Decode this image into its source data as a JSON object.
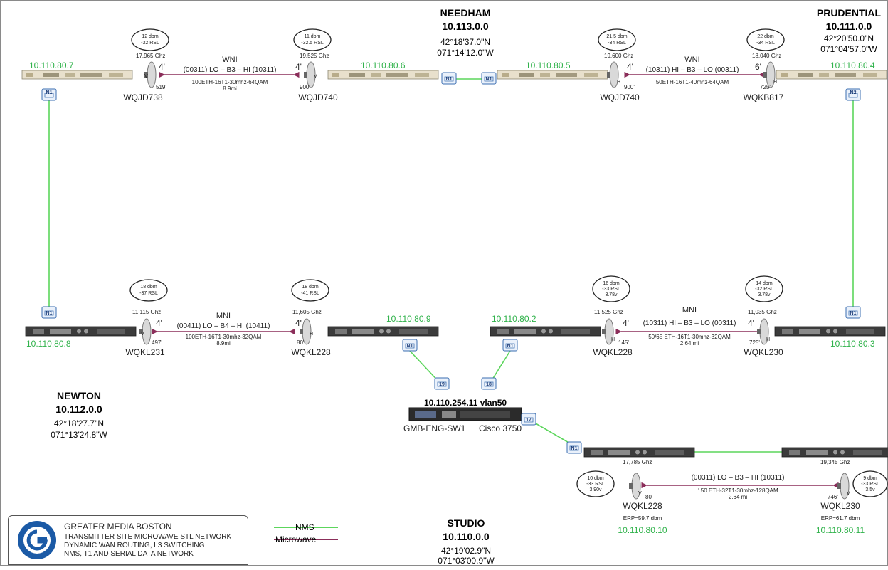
{
  "sites": {
    "needham": {
      "name": "NEEDHAM",
      "net": "10.113.0.0",
      "lat": "42°18'37.0\"N",
      "lon": "071°14'12.0\"W"
    },
    "prudential": {
      "name": "PRUDENTIAL",
      "net": "10.111.0.0",
      "lat": "42°20'50.0\"N",
      "lon": "071°04'57.0\"W"
    },
    "newton": {
      "name": "NEWTON",
      "net": "10.112.0.0",
      "lat": "42°18'27.7\"N",
      "lon": "071°13'24.8\"W"
    },
    "studio": {
      "name": "STUDIO",
      "net": "10.110.0.0",
      "lat": "42°19'02.9\"N",
      "lon": "071°03'00.9\"W"
    }
  },
  "ips": {
    "r7": "10.110.80.7",
    "r6": "10.110.80.6",
    "r5": "10.110.80.5",
    "r4": "10.110.80.4",
    "r8": "10.110.80.8",
    "r9": "10.110.80.9",
    "r2": "10.110.80.2",
    "r3": "10.110.80.3",
    "r10": "10.110.80.10",
    "r11": "10.110.80.11"
  },
  "switch": {
    "title": "10.110.254.11 vlan50",
    "name": "GMB-ENG-SW1",
    "model": "Cisco 3750",
    "port_19": "19",
    "port_18": "18",
    "port_17": "17"
  },
  "ports": {
    "n1": "N1",
    "n2": "N2"
  },
  "antennas": {
    "a1": {
      "call": "WQJD738",
      "size": "4'",
      "height": "519'",
      "freq": "17.965 Ghz",
      "cloud1": "12 dbm",
      "cloud2": "-32 RSL",
      "pol": "V"
    },
    "a2": {
      "call": "WQJD740",
      "size": "4'",
      "height": "900'",
      "freq": "19,525 Ghz",
      "cloud1": "11 dbm",
      "cloud2": "-32.5 RSL",
      "pol": "V"
    },
    "a3": {
      "call": "WQJD740",
      "size": "4'",
      "height": "900'",
      "freq": "19,600 Ghz",
      "cloud1": "21.5 dbm",
      "cloud2": "-34 RSL",
      "pol": "H"
    },
    "a4": {
      "call": "WQKB817",
      "size": "6'",
      "height": "725'",
      "freq": "18,040 Ghz",
      "cloud1": "22 dbm",
      "cloud2": "-34 RSL",
      "pol": "H"
    },
    "a5": {
      "call": "WQKL231",
      "size": "4'",
      "height": "497'",
      "freq": "11,115 Ghz",
      "cloud1": "18 dbm",
      "cloud2": "-37 RSL",
      "pol": "V"
    },
    "a6": {
      "call": "WQKL228",
      "size": "4'",
      "height": "80'",
      "freq": "11,605 Ghz",
      "cloud1": "18 dbm",
      "cloud2": "-41 RSL",
      "pol": "H"
    },
    "a7": {
      "call": "WQKL228",
      "size": "4'",
      "height": "145'",
      "freq": "11,525 Ghz",
      "cloud1": "16 dbm",
      "cloud2": "-33 RSL",
      "cloud3": "3.78v",
      "pol": "H"
    },
    "a8": {
      "call": "WQKL230",
      "size": "4'",
      "height": "725'",
      "freq": "11,035 Ghz",
      "cloud1": "14 dbm",
      "cloud2": "-32 RSL",
      "cloud3": "3.78v",
      "pol": "H"
    },
    "a9": {
      "call": "WQKL228",
      "height": "80'",
      "freq": "17,785 Ghz",
      "cloud1": "10 dbm",
      "cloud2": "-33 RSL",
      "cloud3": "3.90v",
      "erp": "ERP=59.7 dbm",
      "pol": "V"
    },
    "a10": {
      "call": "WQKL230",
      "height": "746'",
      "freq": "19,345 Ghz",
      "cloud1": "9 dbm",
      "cloud2": "-33 RSL",
      "cloud3": "3.5v",
      "erp": "ERP=61.7 dbm",
      "pol": "V"
    }
  },
  "links": {
    "l1": {
      "name": "WNI",
      "chan": "(00311) LO – B3 – HI (10311)",
      "desc": "100ETH-16T1-30mhz-64QAM",
      "dist": "8.9mi"
    },
    "l2": {
      "name": "WNI",
      "chan": "(10311) HI – B3 – LO (00311)",
      "desc": "50ETH-16T1-40mhz-64QAM",
      "dist": ""
    },
    "l3": {
      "name": "MNI",
      "chan": "(00411) LO – B4 – HI (10411)",
      "desc": "100ETH-16T1-30mhz-32QAM",
      "dist": "8.9mi"
    },
    "l4": {
      "name": "MNI",
      "chan": "(10311) HI – B3 – LO (00311)",
      "desc": "50/65 ETH-16T1-30mhz-32QAM",
      "dist": "2.64 mi"
    },
    "l5": {
      "name": "",
      "chan": "(00311) LO – B3 – HI (10311)",
      "desc": "150 ETH-32T1-30mhz-128QAM",
      "dist": "2.64 mi"
    }
  },
  "legend": {
    "org": "GREATER MEDIA BOSTON",
    "line1": "TRANSMITTER SITE MICROWAVE STL NETWORK",
    "line2": "DYNAMIC WAN ROUTING, L3 SWITCHING",
    "line3": "NMS, T1  AND SERIAL DATA NETWORK",
    "nms": "NMS",
    "microwave": "Microwave",
    "nms_color": "#5cd65c",
    "microwave_color": "#8b2e5a"
  }
}
